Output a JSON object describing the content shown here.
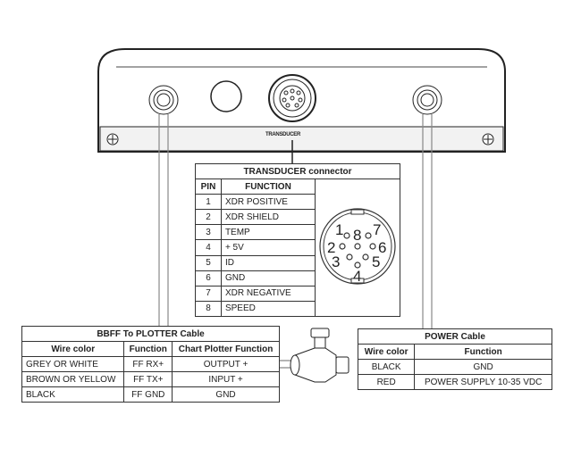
{
  "device": {
    "connector_label": "TRANSDUCER"
  },
  "transducer_table": {
    "title": "TRANSDUCER connector",
    "headers": [
      "PIN",
      "FUNCTION"
    ],
    "rows": [
      [
        "1",
        "XDR POSITIVE"
      ],
      [
        "2",
        "XDR SHIELD"
      ],
      [
        "3",
        "TEMP"
      ],
      [
        "4",
        "+ 5V"
      ],
      [
        "5",
        "ID"
      ],
      [
        "6",
        "GND"
      ],
      [
        "7",
        "XDR NEGATIVE"
      ],
      [
        "8",
        "SPEED"
      ]
    ],
    "pin_labels": [
      "1",
      "2",
      "3",
      "4",
      "5",
      "6",
      "7",
      "8"
    ]
  },
  "bbff_table": {
    "title": "BBFF To PLOTTER Cable",
    "headers": [
      "Wire color",
      "Function",
      "Chart Plotter Function"
    ],
    "rows": [
      [
        "GREY OR WHITE",
        "FF RX+",
        "OUTPUT +"
      ],
      [
        "BROWN OR YELLOW",
        "FF TX+",
        "INPUT +"
      ],
      [
        "BLACK",
        "FF GND",
        "GND"
      ]
    ]
  },
  "power_table": {
    "title": "POWER Cable",
    "headers": [
      "Wire color",
      "Function"
    ],
    "rows": [
      [
        "BLACK",
        "GND"
      ],
      [
        "RED",
        "POWER SUPPLY 10-35 VDC"
      ]
    ]
  }
}
